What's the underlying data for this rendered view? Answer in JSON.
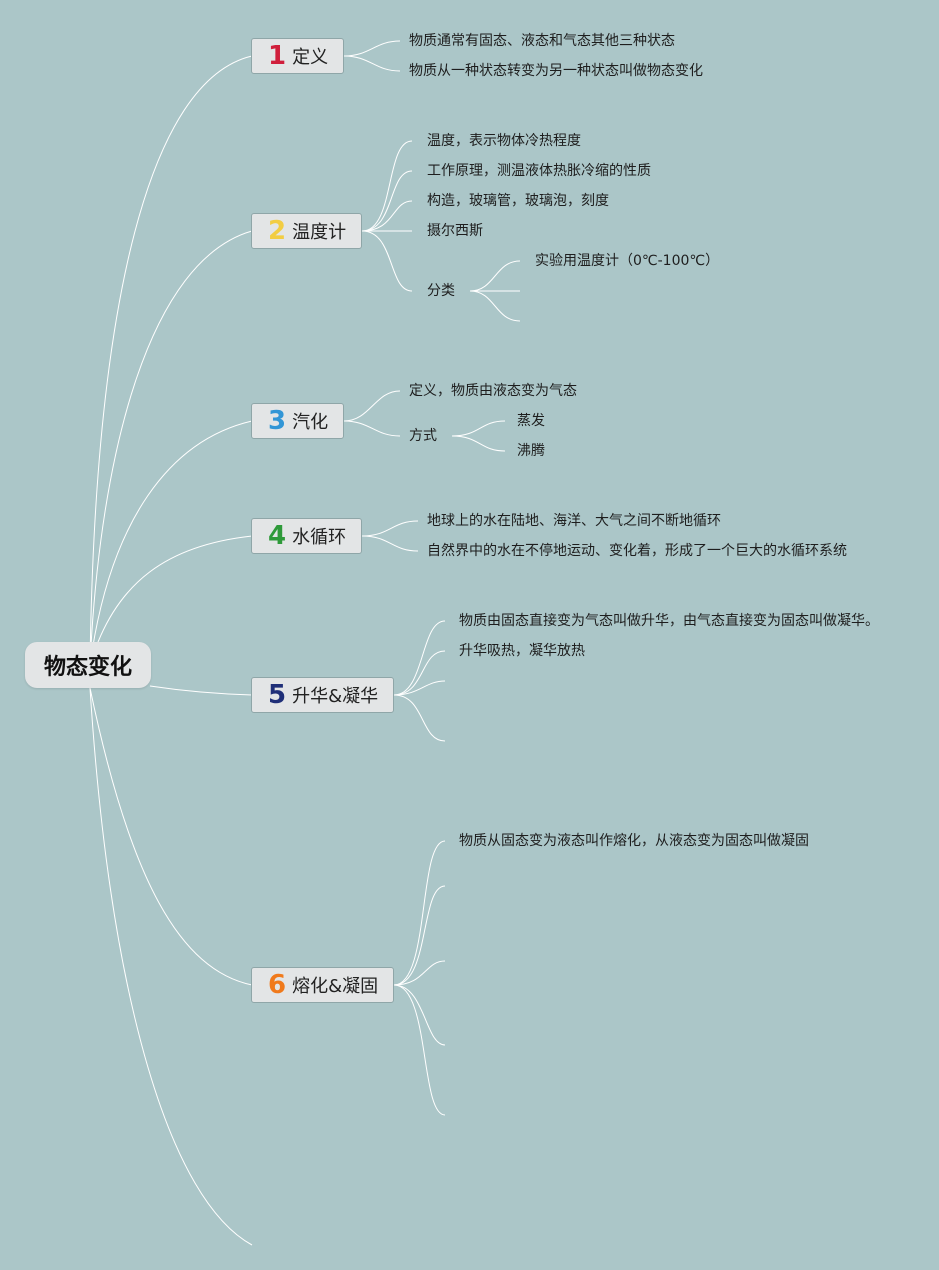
{
  "root": {
    "title": "物态变化"
  },
  "topics": [
    {
      "num": "1",
      "label": "定义",
      "color": "#d01f3c",
      "items": [
        "物质通常有固态、液态和气态其他三种状态",
        "物质从一种状态转变为另一种状态叫做物态变化"
      ]
    },
    {
      "num": "2",
      "label": "温度计",
      "color": "#f2cd43",
      "items": [
        "温度，表示物体冷热程度",
        "工作原理，测温液体热胀冷缩的性质",
        "构造，玻璃管，玻璃泡，刻度",
        "摄尔西斯",
        "分类"
      ],
      "sub": [
        "实验用温度计（0℃-100℃）"
      ]
    },
    {
      "num": "3",
      "label": "汽化",
      "color": "#3296d6",
      "items": [
        "定义，物质由液态变为气态",
        "方式"
      ],
      "sub": [
        "蒸发",
        "沸腾"
      ]
    },
    {
      "num": "4",
      "label": "水循环",
      "color": "#2e9a3a",
      "items": [
        "地球上的水在陆地、海洋、大气之间不断地循环",
        "自然界中的水在不停地运动、变化着，形成了一个巨大的水循环系统"
      ]
    },
    {
      "num": "5",
      "label": "升华&凝华",
      "color": "#1f2f78",
      "items": [
        "物质由固态直接变为气态叫做升华，由气态直接变为固态叫做凝华。",
        "升华吸热，凝华放热"
      ]
    },
    {
      "num": "6",
      "label": "熔化&凝固",
      "color": "#f07a1c",
      "items": [
        "物质从固态变为液态叫作熔化，从液态变为固态叫做凝固"
      ]
    }
  ]
}
